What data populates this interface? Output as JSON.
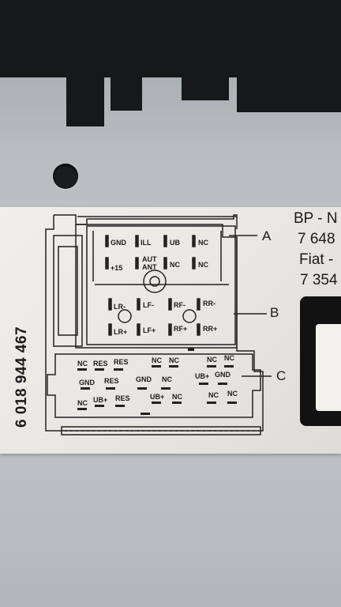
{
  "label": {
    "part_number": "6 018 944 467",
    "right_lines": [
      "BP - N",
      "7 648",
      "Fiat -",
      "7 354"
    ]
  },
  "sections": {
    "A": "A",
    "B": "B",
    "C": "C"
  },
  "pins_a": [
    "GND",
    "ILL",
    "UB",
    "NC",
    "+15",
    "AUT\nANT",
    "NC",
    "NC"
  ],
  "pins_b": [
    "LR-",
    "LF-",
    "RF-",
    "RR-",
    "LR+",
    "LF+",
    "RF+",
    "RR+"
  ],
  "pins_c": [
    "NC",
    "RES",
    "RES",
    "NC",
    "NC",
    "NC",
    "NC",
    "GND",
    "RES",
    "GND",
    "NC",
    "UB+",
    "GND",
    "NC",
    "UB+",
    "RES",
    "UB+",
    "NC",
    "NC",
    "NC"
  ]
}
